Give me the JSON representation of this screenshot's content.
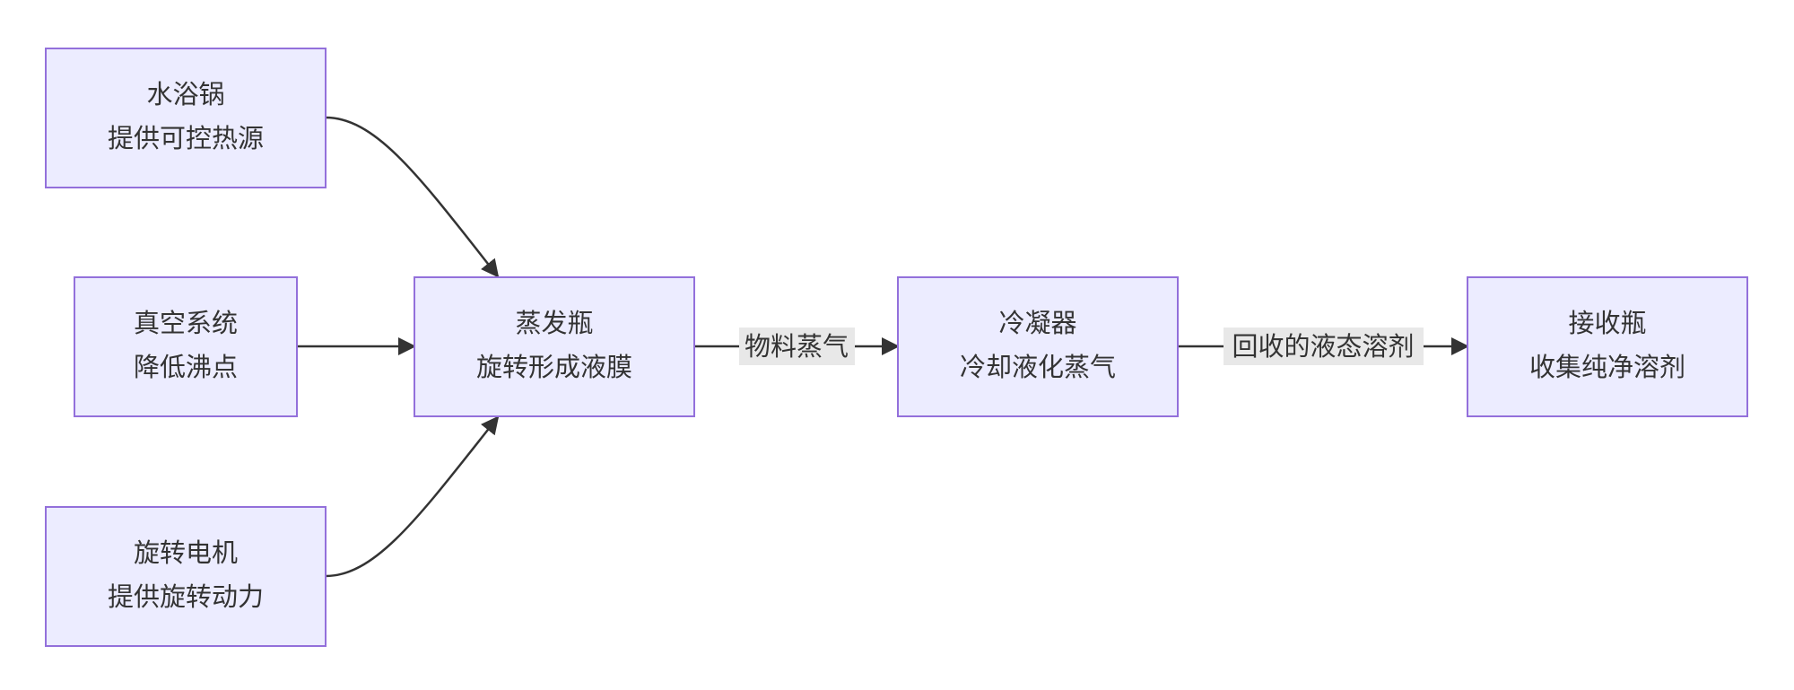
{
  "nodes": {
    "water_bath": {
      "line1": "水浴锅",
      "line2": "提供可控热源"
    },
    "vacuum": {
      "line1": "真空系统",
      "line2": "降低沸点"
    },
    "motor": {
      "line1": "旋转电机",
      "line2": "提供旋转动力"
    },
    "flask": {
      "line1": "蒸发瓶",
      "line2": "旋转形成液膜"
    },
    "condenser": {
      "line1": "冷凝器",
      "line2": "冷却液化蒸气"
    },
    "receiver": {
      "line1": "接收瓶",
      "line2": "收集纯净溶剂"
    }
  },
  "edges": {
    "flask_to_condenser": {
      "label": "物料蒸气"
    },
    "condenser_to_receiver": {
      "label": "回收的液态溶剂"
    }
  },
  "colors": {
    "node_fill": "#ECECFF",
    "node_stroke": "#9370DB",
    "edge": "#333333",
    "label_bg": "#E8E8E8"
  }
}
